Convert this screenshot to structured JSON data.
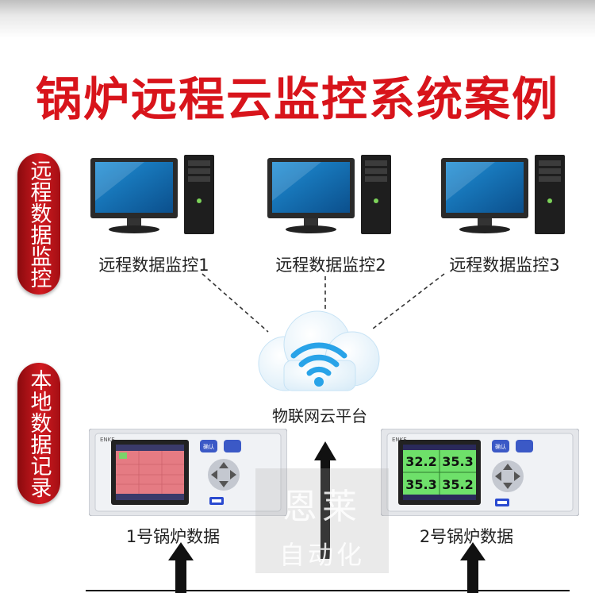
{
  "title": "锅炉远程云监控系统案例",
  "sections": {
    "remote": "远程数据监控",
    "local": "本地数据记录"
  },
  "computers": [
    {
      "label": "远程数据监控1"
    },
    {
      "label": "远程数据监控2"
    },
    {
      "label": "远程数据监控3"
    }
  ],
  "cloud": {
    "label": "物联网云平台"
  },
  "devices": [
    {
      "label": "1号锅炉数据",
      "brand": "ENKE",
      "button": "确认"
    },
    {
      "label": "2号锅炉数据",
      "brand": "ENKE",
      "button": "确认",
      "readings": [
        "32.2",
        "35.3",
        "35.3",
        "35.2"
      ]
    }
  ],
  "watermark": {
    "line1": "恩莱",
    "line2": "自动化"
  },
  "colors": {
    "title": "#d8141b",
    "pill": "#c4161c",
    "screen_blue": "#1f8fd6",
    "cloud": "#29a3e8"
  },
  "icons": [
    "desktop-computer-icon",
    "cloud-icon",
    "wifi-icon",
    "recorder-device-icon",
    "arrow-up-icon"
  ]
}
